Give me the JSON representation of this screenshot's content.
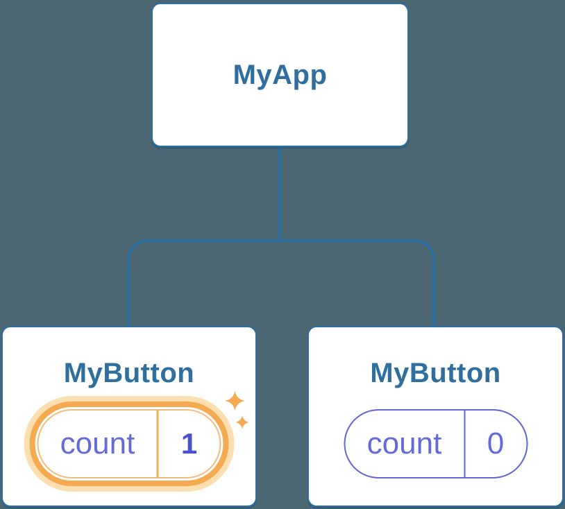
{
  "diagram": {
    "description": "React component tree with state pills",
    "root": {
      "label": "MyApp"
    },
    "children": [
      {
        "label": "MyButton",
        "state": {
          "key": "count",
          "value": "1"
        },
        "highlighted": true
      },
      {
        "label": "MyButton",
        "state": {
          "key": "count",
          "value": "0"
        },
        "highlighted": false
      }
    ]
  },
  "icons": {
    "sparkles": "sparkles-icon"
  },
  "theme": {
    "bg": "#4C6771",
    "line": "#2B6FA3",
    "heading": "#2F6F9F",
    "state_text": "#646AD8",
    "value_bold": "#4A52CB",
    "pill_border": "#5E65D6",
    "hl_ring": "#F5A951",
    "hl_halo": "#FBDFAF",
    "hl_inner": "#F3BC7C"
  }
}
